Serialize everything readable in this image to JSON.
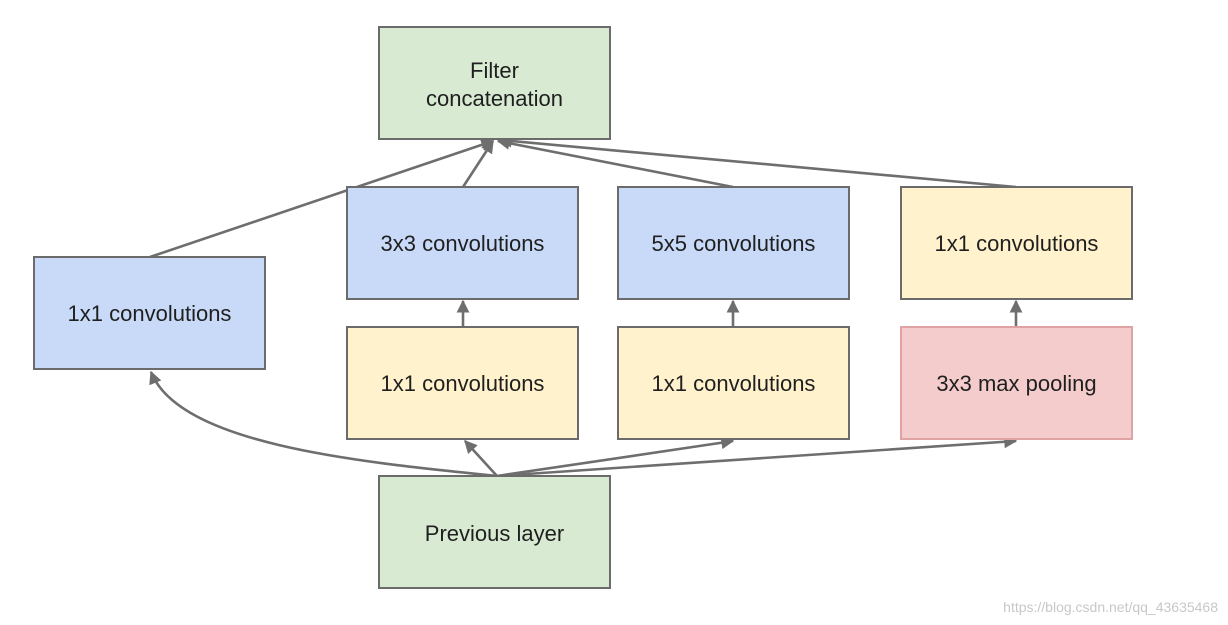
{
  "colors": {
    "green": "#d9ead3",
    "blue": "#c9daf8",
    "yellow": "#fff2cc",
    "red": "#f4cccc",
    "arrow": "#6e6e6e"
  },
  "nodes": {
    "concat": {
      "line1": "Filter",
      "line2": "concatenation"
    },
    "left_1x1": {
      "label": "1x1 convolutions"
    },
    "conv3x3": {
      "label": "3x3 convolutions"
    },
    "conv5x5": {
      "label": "5x5 convolutions"
    },
    "right_1x1": {
      "label": "1x1 convolutions"
    },
    "reduce_3x3": {
      "label": "1x1 convolutions"
    },
    "reduce_5x5": {
      "label": "1x1 convolutions"
    },
    "maxpool": {
      "label": "3x3 max pooling"
    },
    "previous": {
      "label": "Previous layer"
    }
  },
  "watermark": "https://blog.csdn.net/qq_43635468"
}
